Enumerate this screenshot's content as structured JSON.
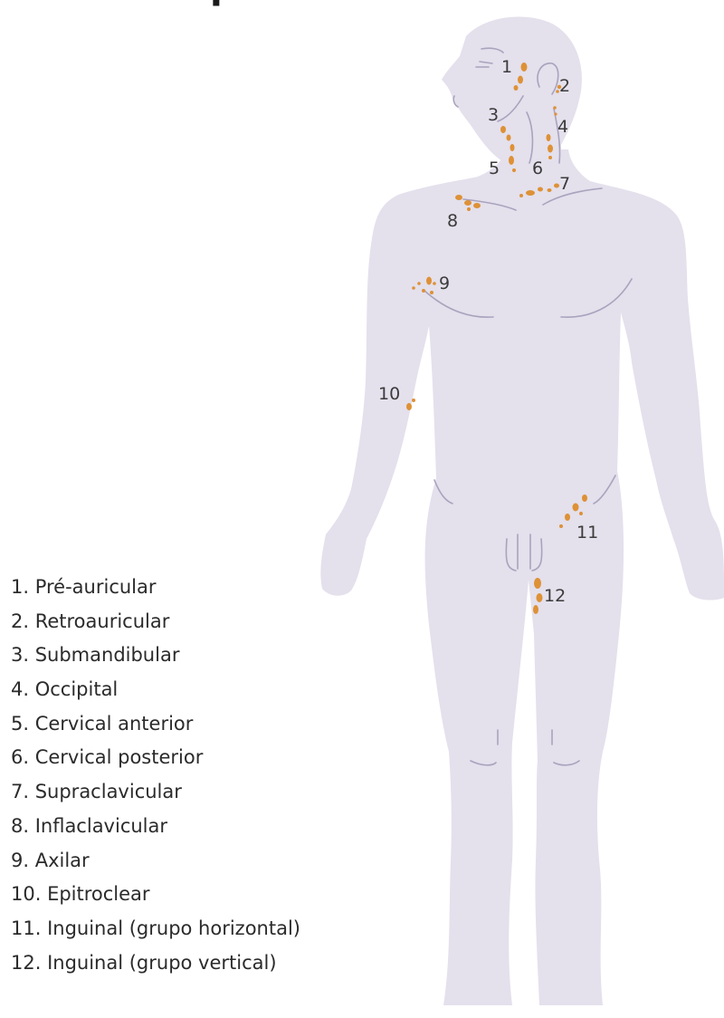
{
  "title": "p",
  "colors": {
    "body": "#e4e0ec",
    "outline": "#a9a3bd",
    "node": "#de9136"
  },
  "body_icon": "human-body-figure",
  "nodes": [
    {
      "number": "1",
      "label": "1. Pré-auricular"
    },
    {
      "number": "2",
      "label": "2. Retroauricular"
    },
    {
      "number": "3",
      "label": "3. Submandibular"
    },
    {
      "number": "4",
      "label": "4. Occipital"
    },
    {
      "number": "5",
      "label": "5. Cervical anterior"
    },
    {
      "number": "6",
      "label": "6. Cervical posterior"
    },
    {
      "number": "7",
      "label": "7. Supraclavicular"
    },
    {
      "number": "8",
      "label": "8. Inflaclavicular"
    },
    {
      "number": "9",
      "label": "9. Axilar"
    },
    {
      "number": "10",
      "label": "10. Epitroclear"
    },
    {
      "number": "11",
      "label": "11. Inguinal (grupo horizontal)"
    },
    {
      "number": "12",
      "label": "12. Inguinal (grupo vertical)"
    }
  ]
}
